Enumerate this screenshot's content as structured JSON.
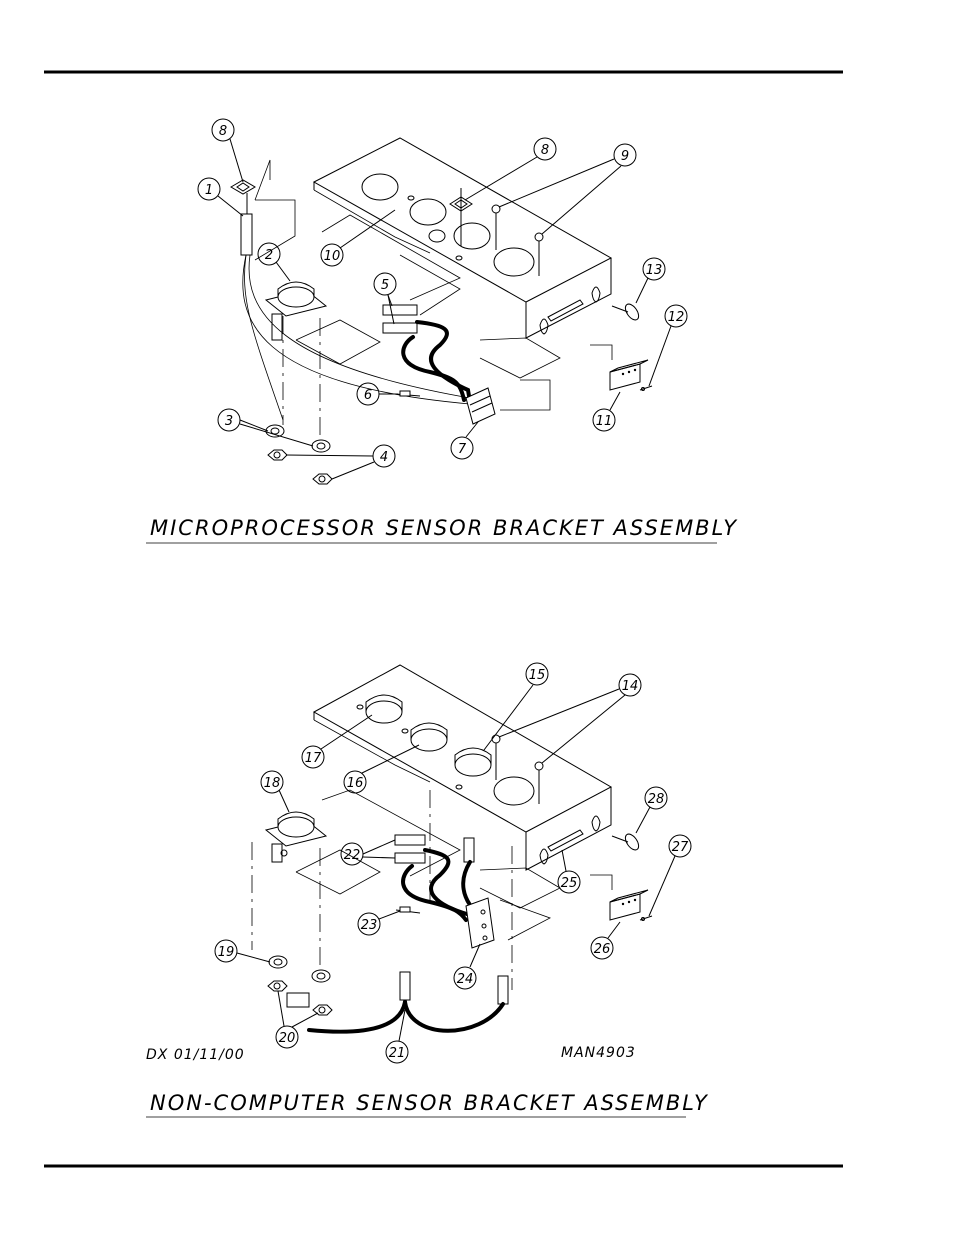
{
  "top_assembly": {
    "title": "MICROPROCESSOR SENSOR BRACKET ASSEMBLY",
    "callouts": [
      "8",
      "1",
      "2",
      "10",
      "8",
      "9",
      "5",
      "13",
      "12",
      "6",
      "3",
      "4",
      "7",
      "11"
    ]
  },
  "bottom_assembly": {
    "title": "NON-COMPUTER SENSOR BRACKET ASSEMBLY",
    "callouts": [
      "15",
      "14",
      "17",
      "16",
      "18",
      "28",
      "27",
      "22",
      "25",
      "23",
      "26",
      "19",
      "24",
      "20",
      "21"
    ],
    "date_note": "DX 01/11/00",
    "drawing_no": "MAN4903"
  }
}
